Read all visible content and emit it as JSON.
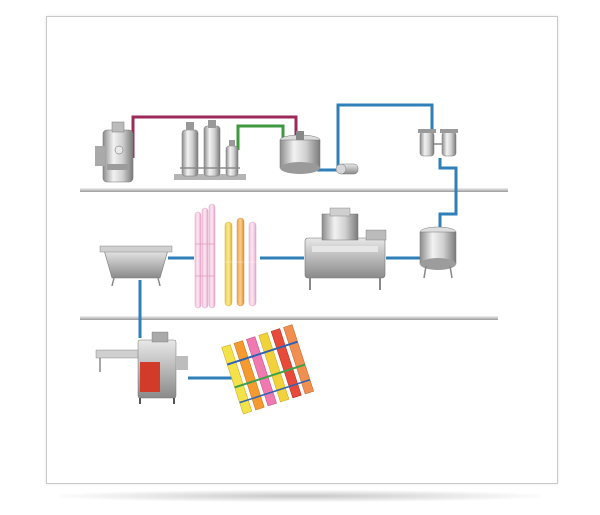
{
  "colors": {
    "pipe_magenta": "#9b2a5a",
    "pipe_green": "#3f9a3f",
    "pipe_blue": "#2f7fb8",
    "steel": "#c9c9c9",
    "shelf": "#bdbdbd"
  },
  "stages": [
    "boiler",
    "water-treatment-system",
    "mixing-tank",
    "transfer-pump",
    "filters",
    "storage-tank",
    "filling-sealing-machine",
    "filled-tubes",
    "cooling-tank",
    "packing-machine",
    "packaged-ice-pops"
  ]
}
